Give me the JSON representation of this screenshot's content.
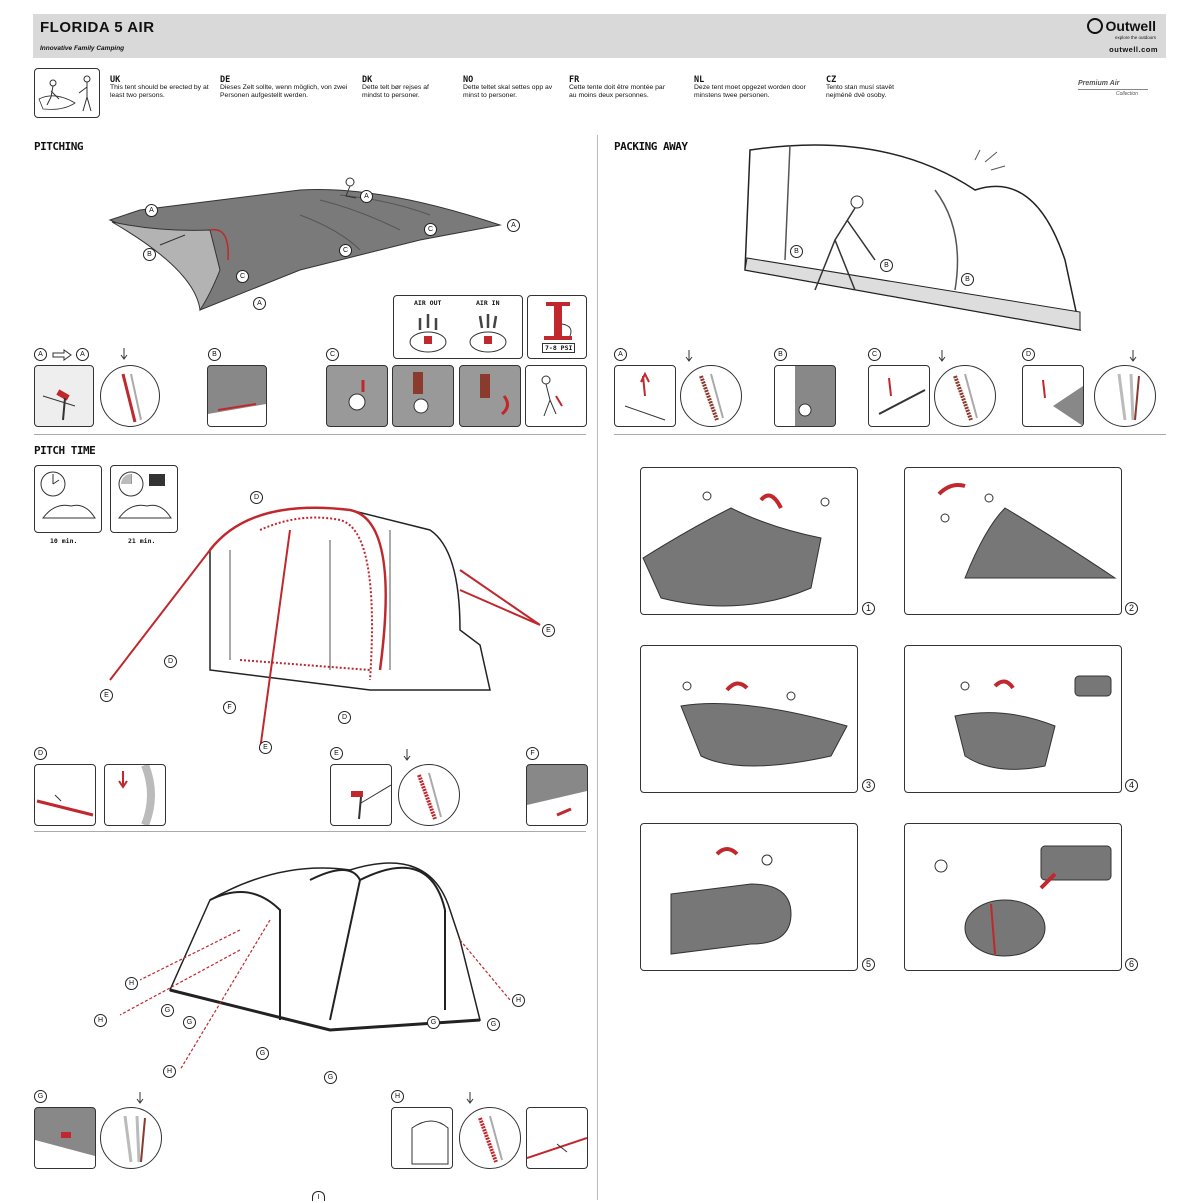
{
  "header": {
    "title": "FLORIDA 5 AIR",
    "subtitle": "Innovative Family Camping",
    "brand": "Outwell",
    "brand_tagline": "explore the outdoors",
    "url": "outwell.com"
  },
  "languages": [
    {
      "code": "UK",
      "text": "This tent should be erected by at least two persons."
    },
    {
      "code": "DE",
      "text": "Dieses Zelt sollte, wenn möglich, von zwei Personen aufgestellt werden."
    },
    {
      "code": "DK",
      "text": "Dette telt bør rejses af mindst to personer."
    },
    {
      "code": "NO",
      "text": "Dette teltet skal settes opp av minst to personer."
    },
    {
      "code": "FR",
      "text": "Cette tente doit être montée par au moins deux personnes."
    },
    {
      "code": "NL",
      "text": "Deze tent moet opgezet worden door minstens twee personen."
    },
    {
      "code": "CZ",
      "text": "Tento stan musí stavět nejméně dvě osoby."
    }
  ],
  "collection": {
    "line1": "Premium Air",
    "line2": "Collection"
  },
  "sections": {
    "pitching": "PITCHING",
    "packing_away": "PACKING AWAY",
    "pitch_time": "PITCH TIME"
  },
  "pump": {
    "air_out": "AIR OUT",
    "air_in": "AIR IN",
    "psi": "7-8 PSI"
  },
  "pitch_time": {
    "time1": "10 min.",
    "time2": "21 min."
  },
  "labels": {
    "a": "A",
    "b": "B",
    "c": "C",
    "d": "D",
    "e": "E",
    "f": "F",
    "g": "G",
    "h": "H",
    "i": "I",
    "sub1": "1",
    "sub2": "2",
    "sub3": "3",
    "sub4": "4"
  },
  "steps": [
    "1",
    "2",
    "3",
    "4",
    "5",
    "6"
  ],
  "colors": {
    "accent": "#c0282d",
    "fabric": "#7a7a7a",
    "header_bg": "#d9d9d9"
  }
}
